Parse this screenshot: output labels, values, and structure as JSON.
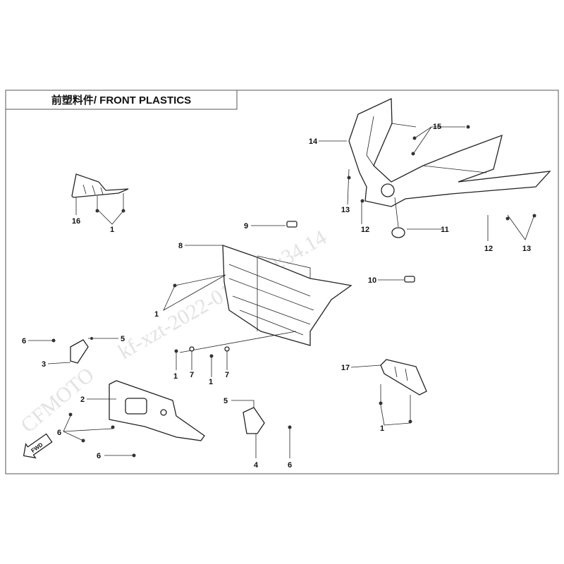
{
  "title": "前塑料件/ FRONT PLASTICS",
  "watermark": [
    "CFMOTO",
    "kf-xzt-2022-01-15 09:34.14"
  ],
  "fwd_label": "FWD",
  "callouts": {
    "c16": "16",
    "c1a": "1",
    "c14": "14",
    "c15": "15",
    "c13a": "13",
    "c12a": "12",
    "c11": "11",
    "c12b": "12",
    "c13b": "13",
    "c9": "9",
    "c8": "8",
    "c10": "10",
    "c1b": "1",
    "c6a": "6",
    "c5a": "5",
    "c3": "3",
    "c1c": "1",
    "c7a": "7",
    "c1d": "1",
    "c7b": "7",
    "c17": "17",
    "c2": "2",
    "c6b": "6",
    "c6c": "6",
    "c5b": "5",
    "c4": "4",
    "c6d": "6",
    "c1e": "1"
  }
}
